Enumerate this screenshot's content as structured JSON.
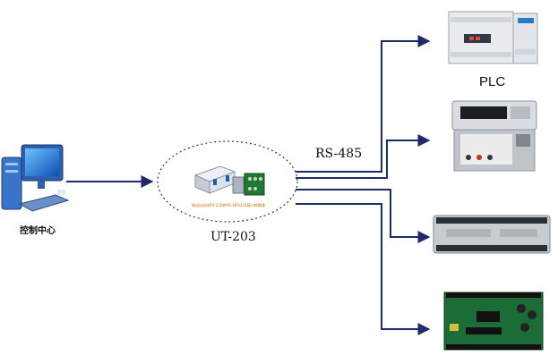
{
  "computer": {
    "label": "控制中心"
  },
  "converter": {
    "label": "UT-203",
    "caption": "致远自动化RS-232转RS-485/422接口转换器"
  },
  "bus": {
    "label": "RS-485"
  },
  "devices": [
    {
      "id": "plc",
      "label": "PLC"
    },
    {
      "id": "multimeter",
      "label": ""
    },
    {
      "id": "io-module",
      "label": ""
    },
    {
      "id": "control-board",
      "label": ""
    }
  ],
  "colors": {
    "arrow": "#1f2a6b",
    "ellipse_border": "#333333"
  }
}
